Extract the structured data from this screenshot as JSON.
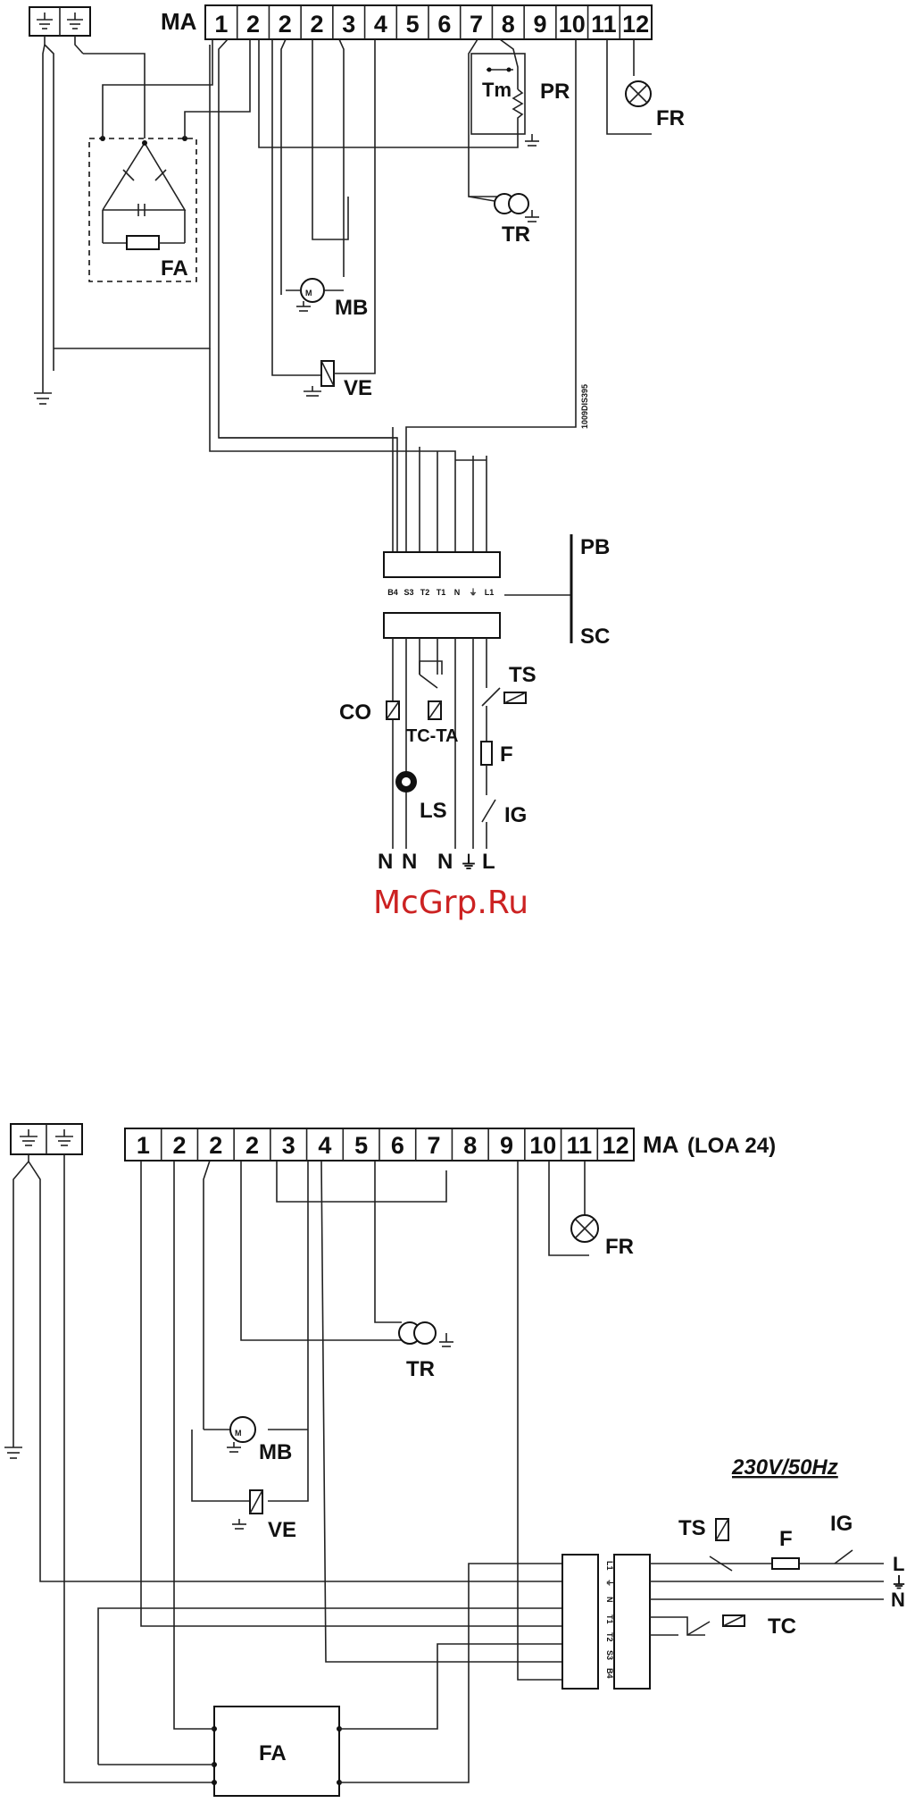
{
  "watermark": "McGrp.Ru",
  "diagram1": {
    "strip_label": "MA",
    "terminals": [
      "1",
      "2",
      "2",
      "2",
      "3",
      "4",
      "5",
      "6",
      "7",
      "8",
      "9",
      "10",
      "11",
      "12"
    ],
    "ground_symbols": 2,
    "components": {
      "fa": "FA",
      "mb": "MB",
      "ve": "VE",
      "pr": "PR",
      "tm": "Tm",
      "tr": "TR",
      "fr": "FR",
      "pb": "PB",
      "sc": "SC",
      "co": "CO",
      "ls": "LS",
      "tcta": "TC-TA",
      "ts": "TS",
      "f": "F",
      "ig": "IG"
    },
    "code": "1009DIS395",
    "connector_pins": [
      "B4",
      "S3",
      "T2",
      "T1",
      "N",
      "⏚",
      "L1"
    ],
    "supply_labels": [
      "N",
      "N",
      "N",
      "⏚",
      "L"
    ]
  },
  "diagram2": {
    "strip_label": "MA",
    "model": "(LOA 24)",
    "terminals": [
      "1",
      "2",
      "2",
      "2",
      "3",
      "4",
      "5",
      "6",
      "7",
      "8",
      "9",
      "10",
      "11",
      "12"
    ],
    "voltage": "230V/50Hz",
    "components": {
      "fr": "FR",
      "tr": "TR",
      "mb": "MB",
      "ve": "VE",
      "ts": "TS",
      "f": "F",
      "ig": "IG",
      "tc": "TC",
      "fa": "FA"
    },
    "connector_pins": [
      "L1",
      "⏚",
      "N",
      "T1",
      "T2",
      "S3",
      "B4"
    ],
    "supply_labels": [
      "L",
      "⏚",
      "N"
    ]
  }
}
